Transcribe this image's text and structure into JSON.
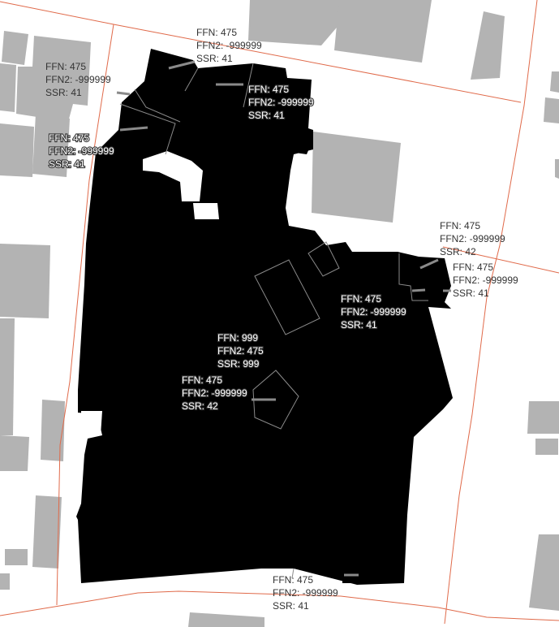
{
  "map": {
    "labels": [
      {
        "id": "top",
        "ffn": "FFN: 475",
        "ffn2": "FFN2: -999999",
        "ssr": "SSR: 41"
      },
      {
        "id": "left-upper",
        "ffn": "FFN: 475",
        "ffn2": "FFN2: -999999",
        "ssr": "SSR: 41"
      },
      {
        "id": "mid-top",
        "ffn": "FFN: 475",
        "ffn2": "FFN2: -999999",
        "ssr": "SSR: 41"
      },
      {
        "id": "left-lower",
        "ffn": "FFN: 475",
        "ffn2": "FFN2: -999999",
        "ssr": "SSR: 41"
      },
      {
        "id": "right-upper",
        "ffn": "FFN: 475",
        "ffn2": "FFN2: -999999",
        "ssr": "SSR: 42"
      },
      {
        "id": "right-lower",
        "ffn": "FFN: 475",
        "ffn2": "FFN2: -999999",
        "ssr": "SSR: 41"
      },
      {
        "id": "center-right",
        "ffn": "FFN: 475",
        "ffn2": "FFN2: -999999",
        "ssr": "SSR: 41"
      },
      {
        "id": "center",
        "ffn": "FFN: 999",
        "ffn2": "FFN2: 475",
        "ssr": "SSR: 999"
      },
      {
        "id": "center-left",
        "ffn": "FFN: 475",
        "ffn2": "FFN2: -999999",
        "ssr": "SSR: 42"
      },
      {
        "id": "bottom",
        "ffn": "FFN: 475",
        "ffn2": "FFN2: -999999",
        "ssr": "SSR: 41"
      }
    ],
    "colors": {
      "background": "#ffffff",
      "building": "#b3b3b3",
      "road": "#e06a4a",
      "footprint": "#000000",
      "label_text": "#333333"
    }
  }
}
